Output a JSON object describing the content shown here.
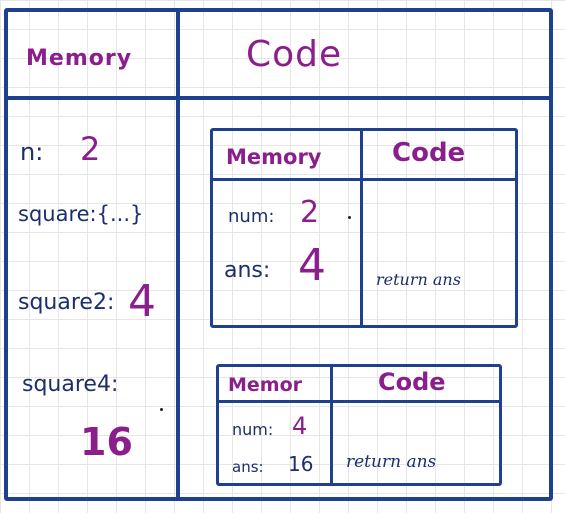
{
  "outer": {
    "memory_header": "Memory",
    "code_header": "Code",
    "variables": [
      {
        "name": "n",
        "sep": ":",
        "value": "2"
      },
      {
        "name": "square",
        "sep": ":",
        "value": "{...}"
      },
      {
        "name": "square2",
        "sep": ":",
        "value": "4"
      },
      {
        "name": "square4",
        "sep": ":",
        "value": "16"
      }
    ]
  },
  "context1": {
    "memory_header": "Memory",
    "code_header": "Code",
    "num_label": "num:",
    "num_value": "2",
    "ans_label": "ans:",
    "ans_value": "4",
    "code_text": "return ans"
  },
  "context2": {
    "memory_header": "Memor",
    "code_header": "Code",
    "num_label": "num:",
    "num_value": "4",
    "ans_label": "ans:",
    "ans_value": "16",
    "code_text": "return ans"
  },
  "colors": {
    "border": "#1f3f8f",
    "header_text": "#8a1f8c",
    "value_text": "#8a1f8c",
    "label_text": "#1b2f6b"
  }
}
